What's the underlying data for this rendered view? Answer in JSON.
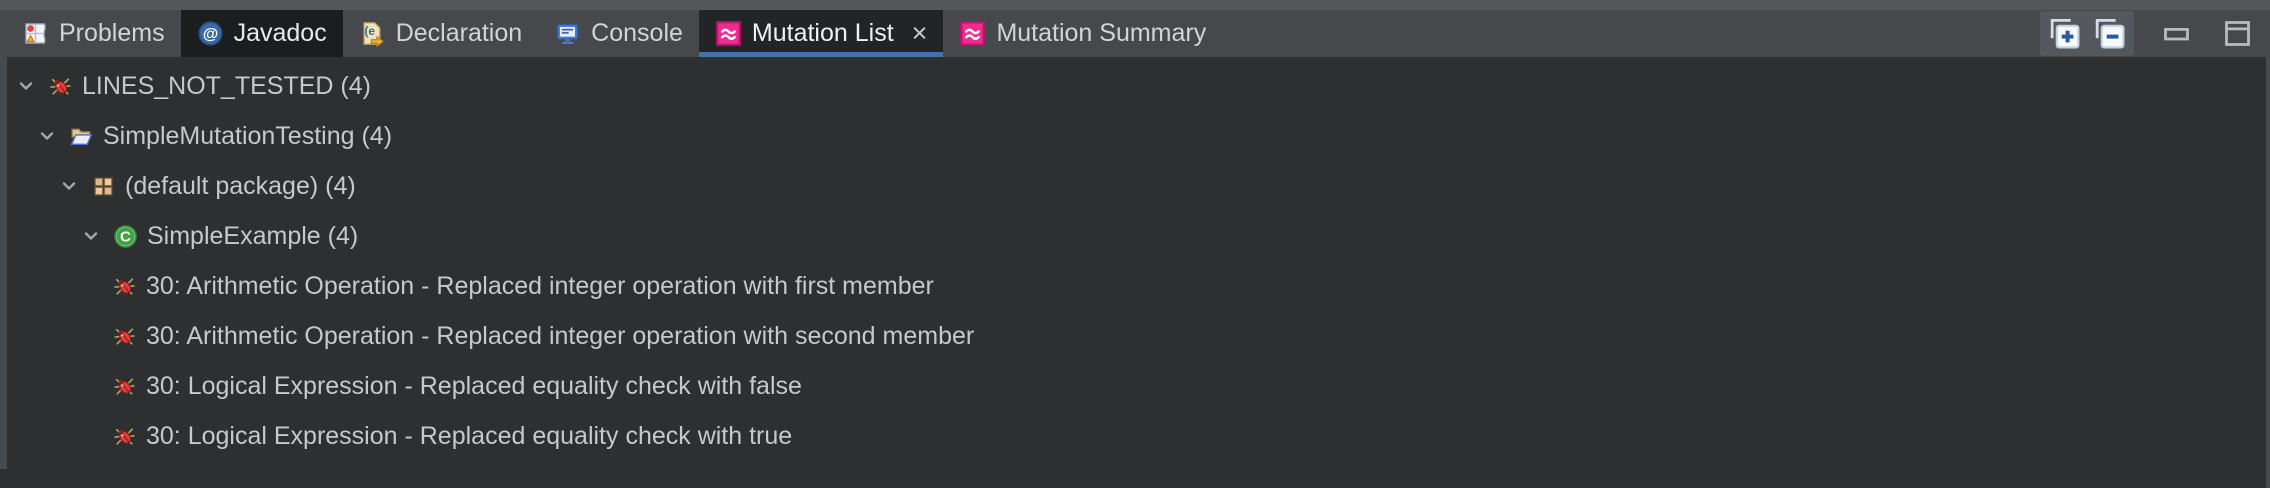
{
  "tabs": {
    "items": [
      {
        "label": "Problems",
        "icon": "problems-icon"
      },
      {
        "label": "Javadoc",
        "icon": "javadoc-icon"
      },
      {
        "label": "Declaration",
        "icon": "declaration-icon"
      },
      {
        "label": "Console",
        "icon": "console-icon"
      },
      {
        "label": "Mutation List",
        "icon": "mutation-icon",
        "state": "active",
        "close": "×"
      },
      {
        "label": "Mutation Summary",
        "icon": "mutation-icon"
      }
    ]
  },
  "toolbar": {
    "buttons": [
      {
        "name": "expand-all"
      },
      {
        "name": "collapse-all"
      },
      {
        "name": "minimize"
      },
      {
        "name": "maximize"
      }
    ]
  },
  "colors": {
    "active_tab_underline": "#4174a9",
    "mutation_pink": "#ee2d90",
    "tabbar_bg": "#46484b",
    "tree_bg": "#2d2f31",
    "tree_text": "#c6c8c9"
  },
  "tree": {
    "rows": [
      {
        "level": 0,
        "expanded": true,
        "icon": "bug-icon",
        "label": "LINES_NOT_TESTED (4)"
      },
      {
        "level": 1,
        "expanded": true,
        "icon": "open-folder-icon",
        "label": "SimpleMutationTesting (4)"
      },
      {
        "level": 2,
        "expanded": true,
        "icon": "package-icon",
        "label": "(default package) (4)"
      },
      {
        "level": 3,
        "expanded": true,
        "icon": "class-icon",
        "label": "SimpleExample (4)"
      },
      {
        "level": 4,
        "expanded": false,
        "icon": "bug-icon",
        "label": "30: Arithmetic Operation - Replaced integer operation with first member"
      },
      {
        "level": 4,
        "expanded": false,
        "icon": "bug-icon",
        "label": "30: Arithmetic Operation - Replaced integer operation with second member"
      },
      {
        "level": 4,
        "expanded": false,
        "icon": "bug-icon",
        "label": "30: Logical Expression - Replaced equality check with false"
      },
      {
        "level": 4,
        "expanded": false,
        "icon": "bug-icon",
        "label": "30: Logical Expression - Replaced equality check with true"
      }
    ]
  }
}
